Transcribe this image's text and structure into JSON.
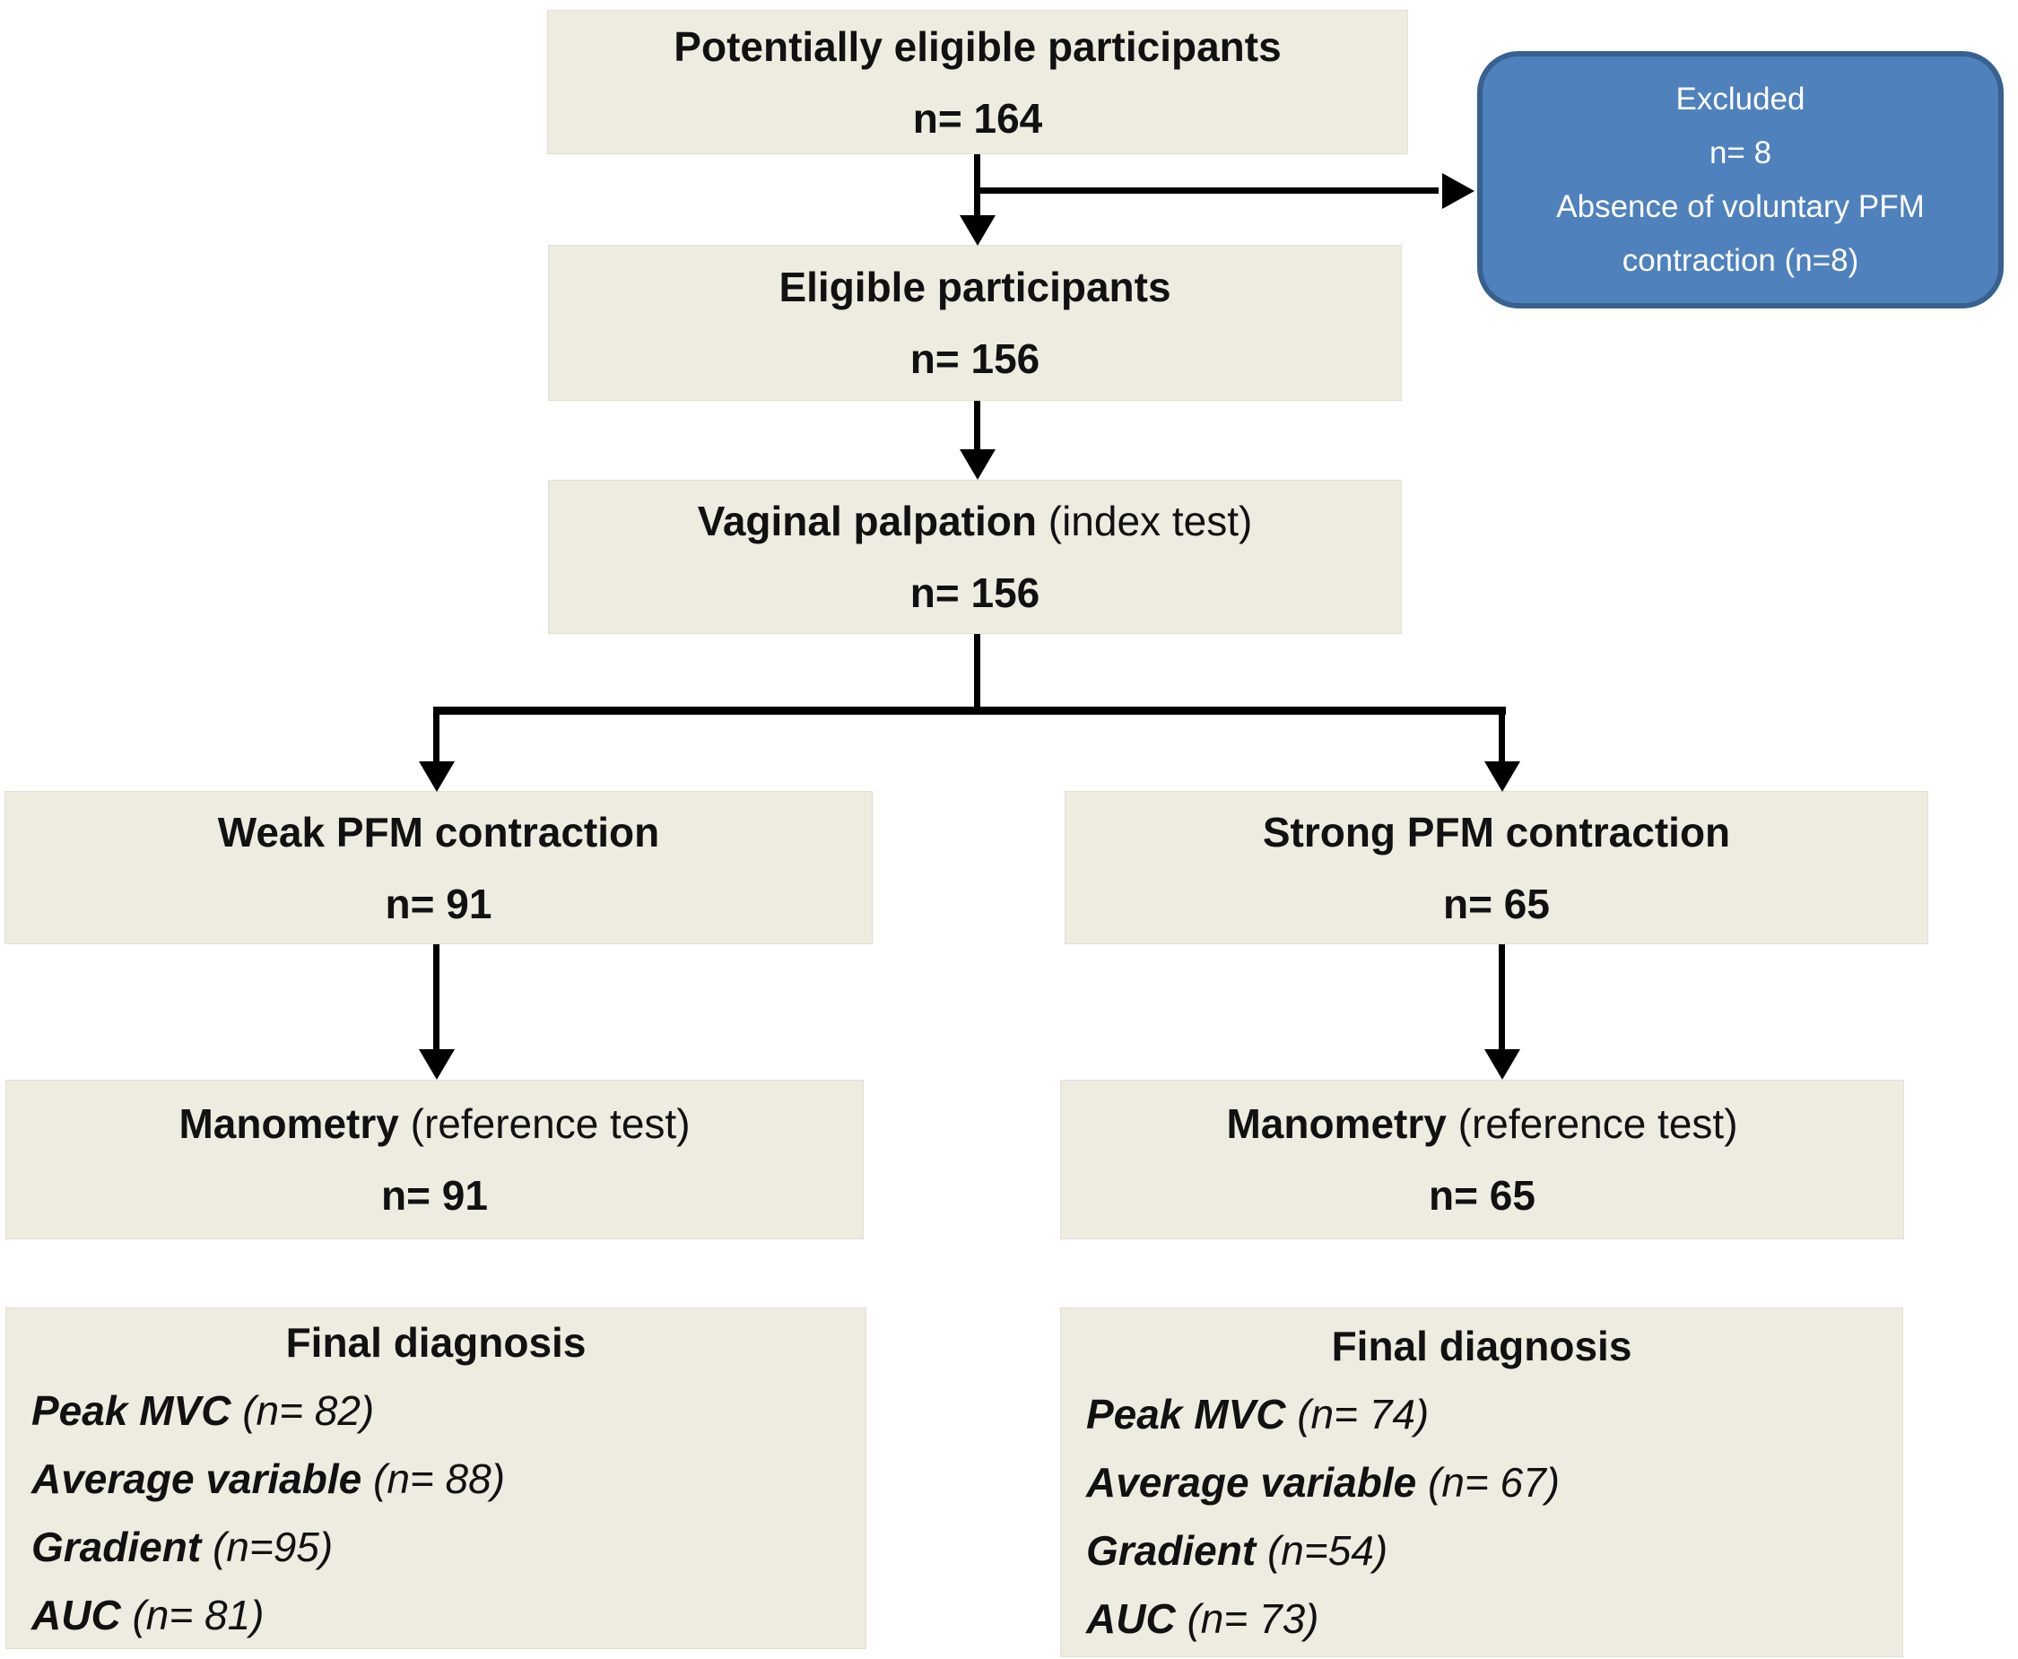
{
  "figure": {
    "colors": {
      "box_bg": "#eeece1",
      "box_edge": "#e2dfd1",
      "excluded_bg": "#4f81bd",
      "excluded_border": "#38618f",
      "excluded_text": "#ffffff",
      "arrow": "#000000",
      "text": "#111111"
    },
    "boxes": {
      "potentially_eligible": {
        "title": "Potentially eligible participants",
        "n": "n= 164"
      },
      "excluded": {
        "lines": [
          "Excluded",
          "n= 8",
          "Absence of voluntary PFM",
          "contraction (n=8)"
        ]
      },
      "eligible": {
        "title": "Eligible participants",
        "n": "n= 156"
      },
      "vaginal_palpation": {
        "title": "Vaginal palpation",
        "subtitle": "(index test)",
        "n": "n= 156"
      },
      "weak": {
        "title": "Weak PFM contraction",
        "n": "n= 91"
      },
      "strong": {
        "title": "Strong PFM contraction",
        "n": "n= 65"
      },
      "manometry_left": {
        "title": "Manometry",
        "subtitle": "(reference test)",
        "n": "n= 91"
      },
      "manometry_right": {
        "title": "Manometry",
        "subtitle": "(reference test)",
        "n": "n= 65"
      },
      "final_left": {
        "title": "Final diagnosis",
        "items": [
          {
            "label": "Peak MVC",
            "value": "(n= 82)"
          },
          {
            "label": "Average variable",
            "value": "(n= 88)"
          },
          {
            "label": "Gradient",
            "value": "(n=95)"
          },
          {
            "label": "AUC",
            "value": "(n= 81)"
          }
        ]
      },
      "final_right": {
        "title": "Final diagnosis",
        "items": [
          {
            "label": "Peak MVC",
            "value": "(n= 74)"
          },
          {
            "label": "Average variable",
            "value": "(n= 67)"
          },
          {
            "label": "Gradient",
            "value": "(n=54)"
          },
          {
            "label": "AUC",
            "value": "(n= 73)"
          }
        ]
      }
    }
  }
}
